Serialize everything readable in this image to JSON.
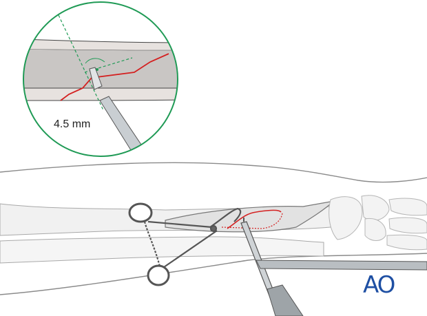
{
  "illustration": {
    "subject": "forearm with fracture, reduction forceps and drill guide",
    "inset": {
      "measurement_label": "4.5 mm",
      "border_color": "#1f9a55",
      "fracture_line_color": "#d42020"
    },
    "logo": {
      "text": "AO",
      "color": "#1e4fa3"
    }
  }
}
